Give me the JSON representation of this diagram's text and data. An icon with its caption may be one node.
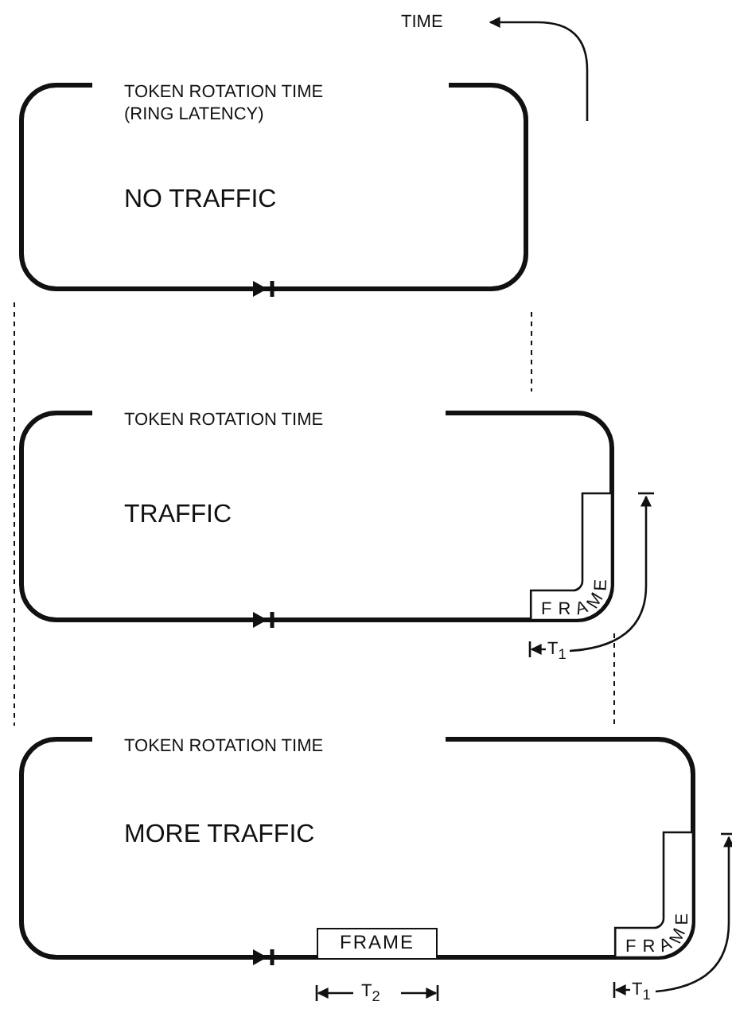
{
  "diagram": {
    "nodes": [
      {
        "text": [
          "TOKEN ROTATION TIME (RING LATENCY)",
          "NO TRAFFIC"
        ]
      },
      {
        "text": [
          "TOKEN ROTATION TIME",
          "TRAFFIC"
        ]
      },
      {
        "text": [
          "FRAME"
        ],
        "in": 1
      },
      {
        "text": [
          "TOKEN ROTATION TIME",
          "MORE TRAFFIC"
        ]
      },
      {
        "text": [
          "FRAME"
        ],
        "in": 3
      },
      {
        "text": [
          "FRAME"
        ],
        "in": 3
      }
    ],
    "edges": [],
    "labels": [
      "TIME",
      "T$_{1}$",
      "T$_{2}$",
      "T$_{1}$"
    ]
  }
}
